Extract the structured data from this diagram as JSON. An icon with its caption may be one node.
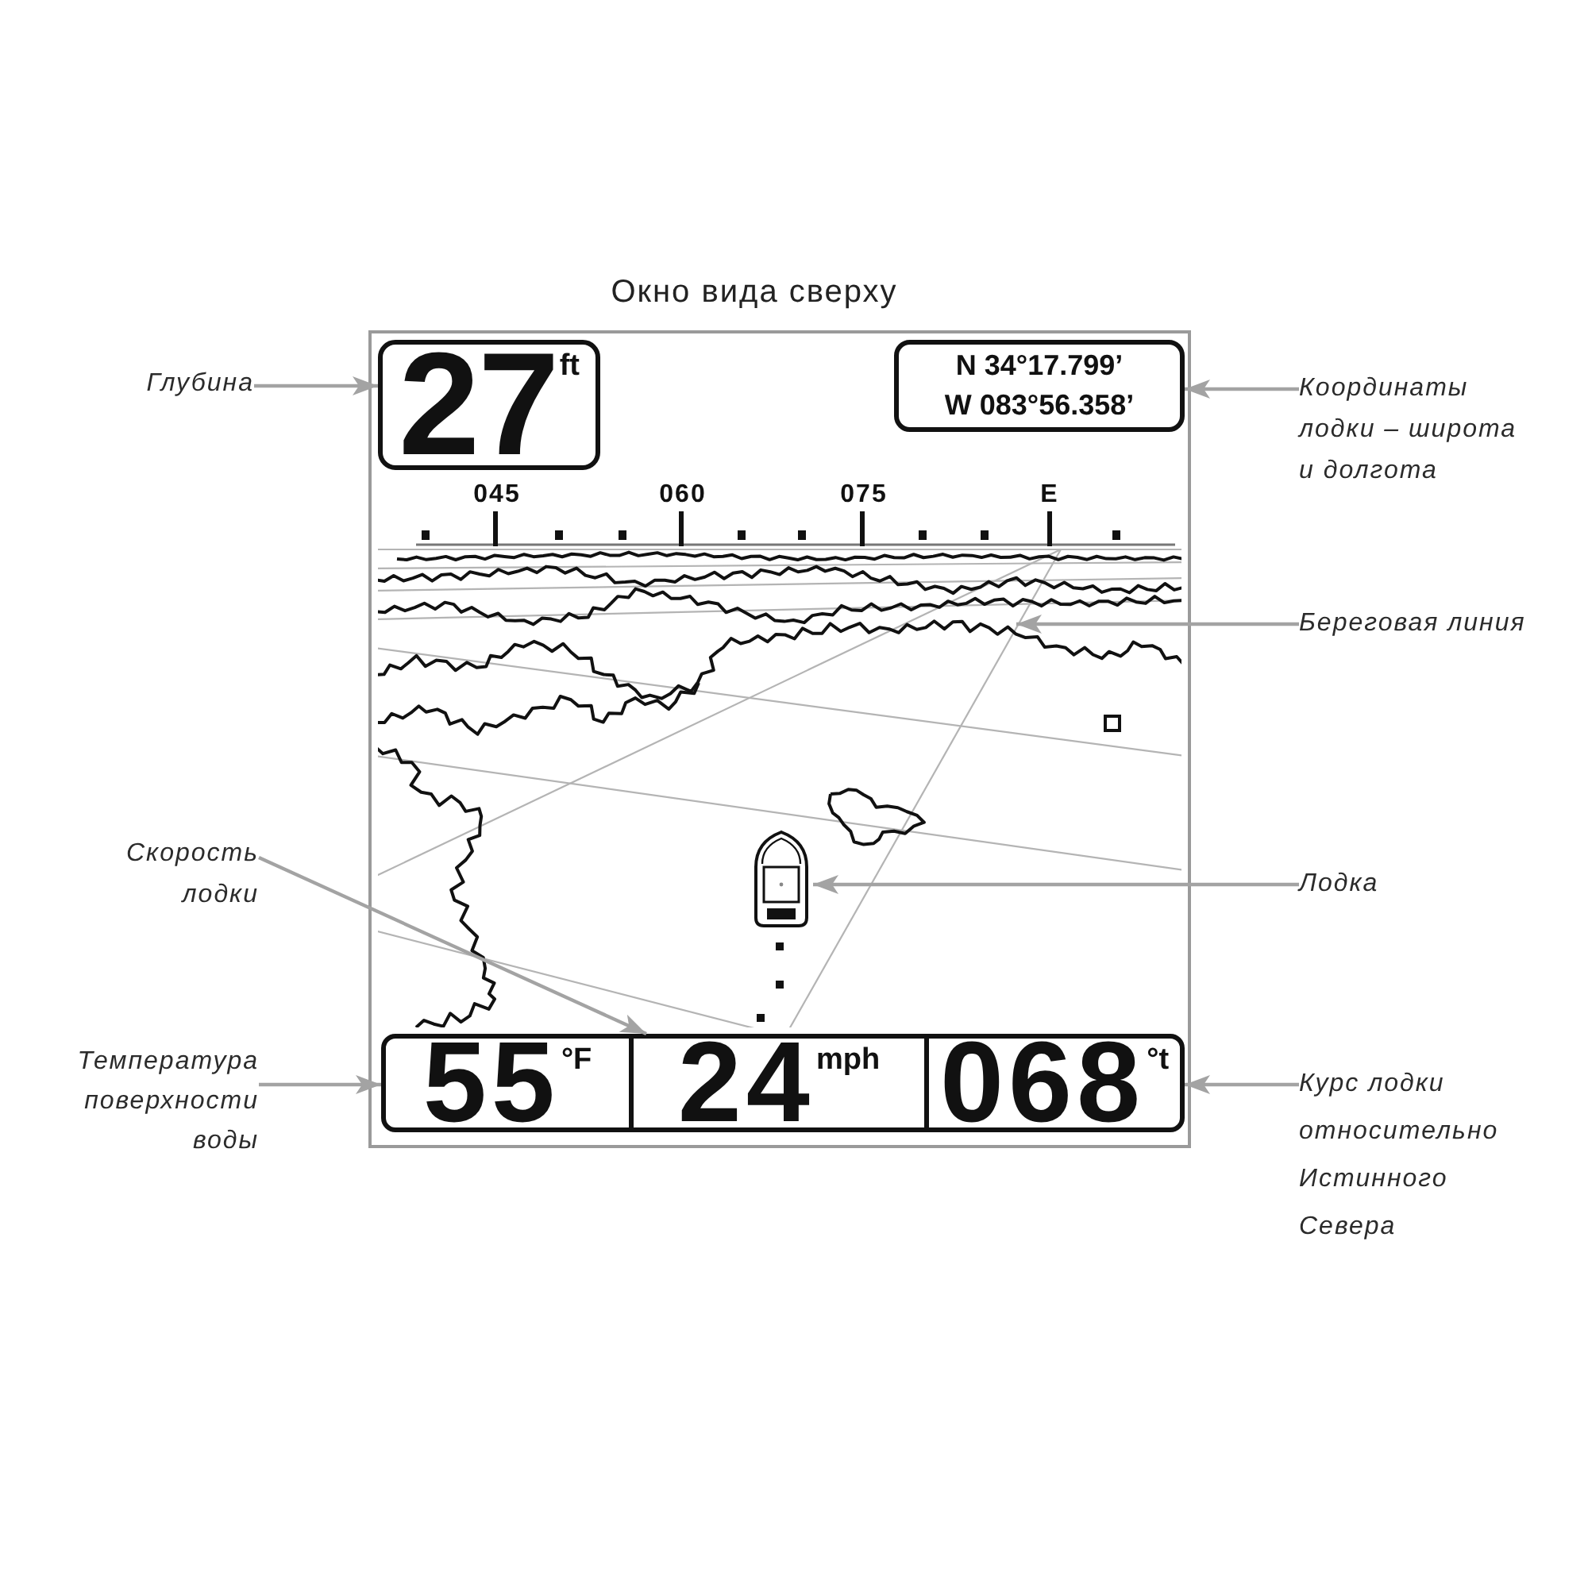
{
  "diagram": {
    "title": "Окно вида сверху",
    "nodes": [
      {
        "text": [],
        "shape": "box"
      },
      {
        "text": [
          "27$^{ft}$"
        ],
        "in": 0
      },
      {
        "text": [
          "N 34°17.799’",
          "W 083°56.358’"
        ],
        "in": 0
      },
      {
        "text": [],
        "shape": "boat",
        "in": 0
      },
      {
        "text": [
          "55$^{°F}$"
        ],
        "in": 0
      },
      {
        "text": [
          "24$^{mph}$"
        ],
        "in": 0
      },
      {
        "text": [
          "068$^{°t}$"
        ],
        "in": 0
      },
      {
        "text": [
          "Глубина"
        ]
      },
      {
        "text": [
          "Координаты лодки – широта и долгота"
        ]
      },
      {
        "text": [
          "Береговая линия"
        ]
      },
      {
        "text": [
          "Скорость лодки"
        ]
      },
      {
        "text": [
          "Лодка"
        ]
      },
      {
        "text": [
          "Температура поверхности воды"
        ]
      },
      {
        "text": [
          "Курс лодки относительно Истинного Севера"
        ]
      }
    ],
    "edges": [
      {
        "from": 7,
        "to": 1,
        "arrow": "to"
      },
      {
        "from": 8,
        "to": 2,
        "arrow": "to"
      },
      {
        "from": 9,
        "to": null,
        "arrow": "to"
      },
      {
        "from": 10,
        "to": 5,
        "arrow": "to"
      },
      {
        "from": 11,
        "to": 3,
        "arrow": "to"
      },
      {
        "from": 12,
        "to": 4,
        "arrow": "to"
      },
      {
        "from": 13,
        "to": 6,
        "arrow": "to"
      }
    ],
    "labels": [
      "045",
      "060",
      "075",
      "E"
    ]
  }
}
